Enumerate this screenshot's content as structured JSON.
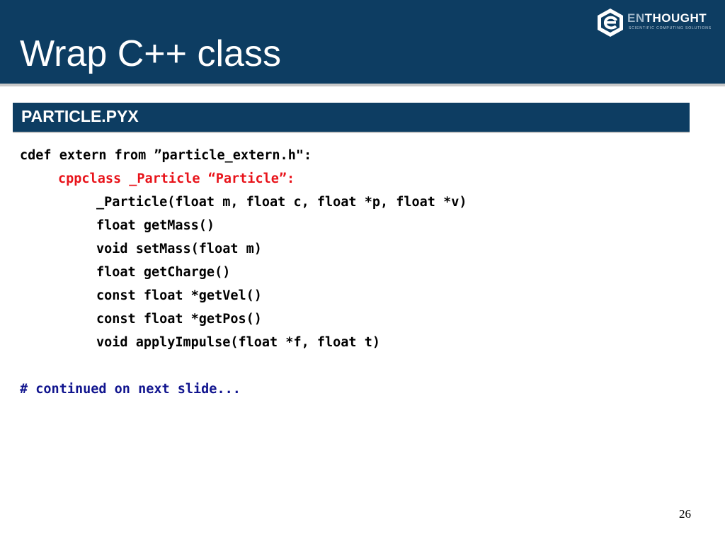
{
  "slide": {
    "title": "Wrap C++ class",
    "section_title": "PARTICLE.PYX",
    "page_number": "26"
  },
  "logo": {
    "icon": "enthought-e-logo-icon",
    "prefix": "EN",
    "suffix": "THOUGHT",
    "tagline": "SCIENTIFIC COMPUTING SOLUTIONS"
  },
  "code": {
    "lines": [
      "cdef extern from ”particle_extern.h\":",
      "cppclass _Particle “Particle”:",
      "_Particle(float m, float c, float *p, float *v)",
      "float getMass()",
      "void setMass(float m)",
      "float getCharge()",
      "const float *getVel()",
      "const float *getPos()",
      "void applyImpulse(float *f, float t)",
      "# continued on next slide..."
    ]
  },
  "colors": {
    "header_bg": "#0d3d62",
    "keyword_red": "#e8131a",
    "comment_blue": "#10148e",
    "text": "#000000",
    "background": "#ffffff"
  }
}
